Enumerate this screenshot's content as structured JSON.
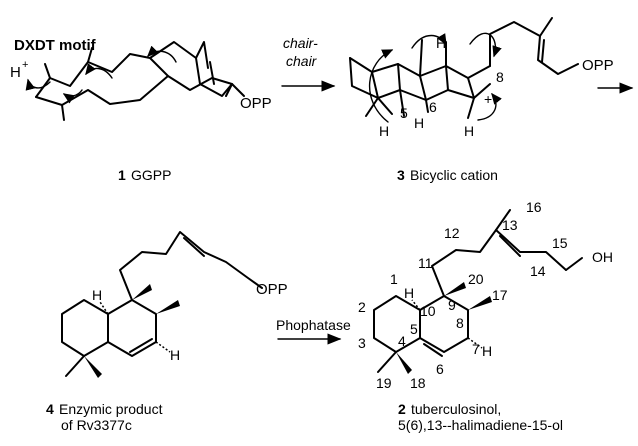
{
  "scheme": {
    "motif_label": "DXDT motif",
    "proton_label": "H",
    "proton_charge": "+",
    "opp_label": "OPP",
    "arrow1_top": "chair-",
    "arrow1_bottom": "chair",
    "arrow2_label": "Phophatase",
    "oh_label": "OH",
    "h_label": "H",
    "plus_label": "+"
  },
  "compounds": {
    "ggpp": {
      "number": "1",
      "name": "GGPP"
    },
    "cation": {
      "number": "3",
      "name": "Bicyclic cation"
    },
    "enzymic": {
      "number": "4",
      "name_line1": "Enzymic product",
      "name_line2": "of Rv3377c"
    },
    "tuberculosinol": {
      "number": "2",
      "name_line1": "tuberculosinol,",
      "name_line2": "5(6),13--halimadiene-15-ol"
    }
  },
  "cation_locants": {
    "c5": "5",
    "c6": "6",
    "c8": "8"
  },
  "atom_numbers": {
    "n1": "1",
    "n2": "2",
    "n3": "3",
    "n4": "4",
    "n5": "5",
    "n6": "6",
    "n7": "7",
    "n8": "8",
    "n9": "9",
    "n10": "10",
    "n11": "11",
    "n12": "12",
    "n13": "13",
    "n14": "14",
    "n15": "15",
    "n16": "16",
    "n17": "17",
    "n18": "18",
    "n19": "19",
    "n20": "20"
  }
}
